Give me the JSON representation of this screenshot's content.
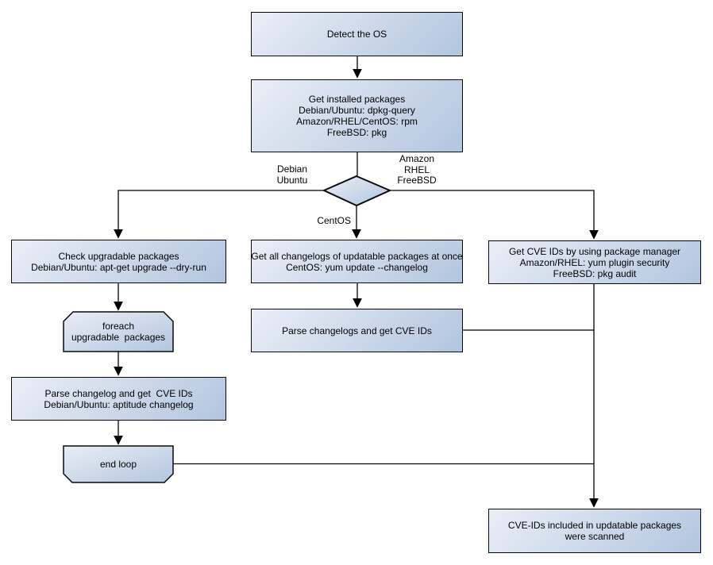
{
  "diagram": {
    "nodes": {
      "detect_os": {
        "lines": [
          "Detect the OS"
        ]
      },
      "get_installed": {
        "lines": [
          "Get installed packages",
          "Debian/Ubuntu: dpkg-query",
          "Amazon/RHEL/CentOS: rpm",
          "FreeBSD: pkg"
        ]
      },
      "check_upgradable": {
        "lines": [
          "Check upgradable packages",
          "Debian/Ubuntu: apt-get upgrade --dry-run"
        ]
      },
      "changelogs_once": {
        "lines": [
          "Get all changelogs of updatable packages at once",
          "CentOS: yum update --changelog"
        ]
      },
      "cve_pkgmgr": {
        "lines": [
          "Get CVE IDs by using package manager",
          "Amazon/RHEL: yum plugin security",
          "FreeBSD: pkg audit"
        ]
      },
      "foreach_loop": {
        "lines": [
          "foreach",
          "upgradable  packages"
        ]
      },
      "parse_left": {
        "lines": [
          "Parse changelog and get  CVE IDs",
          "Debian/Ubuntu: aptitude changelog"
        ]
      },
      "end_loop": {
        "lines": [
          "end loop"
        ]
      },
      "parse_mid": {
        "lines": [
          "Parse changelogs and get CVE IDs"
        ]
      },
      "scanned": {
        "lines": [
          "CVE-IDs included in updatable packages",
          "were scanned"
        ]
      }
    },
    "edge_labels": {
      "debian": {
        "lines": [
          "Debian",
          "Ubuntu"
        ]
      },
      "amazon": {
        "lines": [
          "Amazon",
          "RHEL",
          "FreeBSD"
        ]
      },
      "centos": {
        "label": "CentOS"
      }
    },
    "colors": {
      "fill_light": "#eaeef6",
      "fill_dark": "#b2c5df",
      "border": "#0a0a0a",
      "line": "#000000",
      "background": "#ffffff"
    }
  }
}
